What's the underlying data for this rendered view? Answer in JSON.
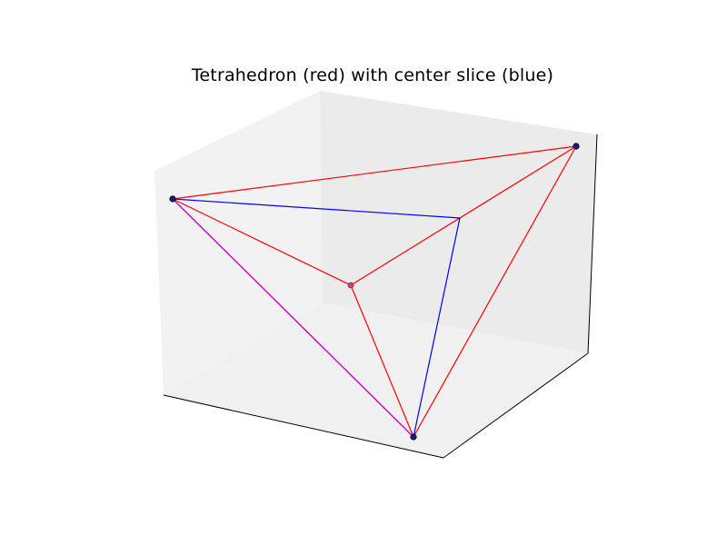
{
  "title": "Tetrahedron (red) with center slice (blue)",
  "colors": {
    "tetra_edge": "#ff0000",
    "slice_edge": "#0000ff",
    "overlap_edge": "#cc00cc",
    "vertex_fill": "#1a1a8c",
    "pane_left": "#f2f2f2",
    "pane_back": "#ebebeb",
    "pane_floor": "#f0f0f0",
    "axis_line": "#000000"
  },
  "scene": {
    "type": "3d-wireframe",
    "axes_ticks_visible": false,
    "grid": false,
    "vertices": [
      {
        "id": "left"
      },
      {
        "id": "upper-right"
      },
      {
        "id": "bottom"
      },
      {
        "id": "inner"
      }
    ],
    "tetrahedron_edges": [
      [
        "left",
        "upper-right"
      ],
      [
        "left",
        "inner"
      ],
      [
        "inner",
        "upper-right"
      ],
      [
        "inner",
        "bottom"
      ],
      [
        "upper-right",
        "bottom"
      ],
      [
        "left",
        "bottom"
      ]
    ],
    "slice_vertices": [
      "left",
      "slice-mid",
      "bottom"
    ]
  }
}
